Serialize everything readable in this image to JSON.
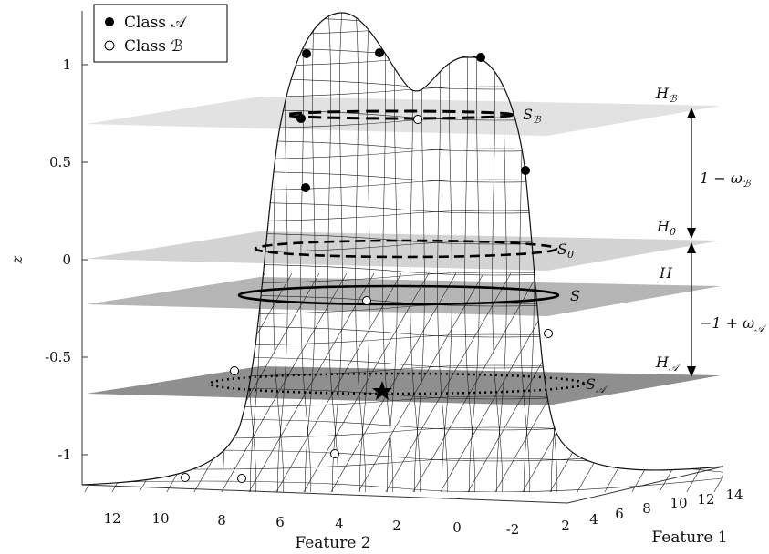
{
  "chart_data": {
    "type": "surface3d",
    "zlabel": "z",
    "xlabel": "Feature 2",
    "ylabel": "Feature 1",
    "z_ticks": [
      "1",
      "0.5",
      "0",
      "-0.5",
      "-1"
    ],
    "z_tick_values": [
      1,
      0.5,
      0,
      -0.5,
      -1
    ],
    "x_ticks": [
      "12",
      "10",
      "8",
      "6",
      "4",
      "2",
      "0",
      "-2"
    ],
    "y_ticks": [
      "2",
      "4",
      "6",
      "8",
      "10",
      "12",
      "14"
    ],
    "legend": [
      {
        "label": "Class 𝒜",
        "marker": "filled-circle",
        "color": "#000000"
      },
      {
        "label": "Class ℬ",
        "marker": "open-circle",
        "color": "#ffffff"
      }
    ],
    "planes": [
      {
        "name": "H_B",
        "label": "H",
        "sub": "ℬ",
        "z": 0.72
      },
      {
        "name": "H_0",
        "label": "H",
        "sub": "0",
        "z": 0.0
      },
      {
        "name": "H",
        "label": "H",
        "sub": "",
        "z": -0.18
      },
      {
        "name": "H_A",
        "label": "H",
        "sub": "𝒜",
        "z": -0.62
      }
    ],
    "level_sets": [
      {
        "label": "S",
        "sub": "ℬ",
        "style": "dashed",
        "z": 0.72
      },
      {
        "label": "S",
        "sub": "0",
        "style": "dashed",
        "z": 0.0
      },
      {
        "label": "S",
        "sub": "",
        "style": "solid",
        "z": -0.18
      },
      {
        "label": "S",
        "sub": "𝒜",
        "style": "dotted",
        "z": -0.62
      }
    ],
    "gaps": [
      {
        "label": "1 − ω",
        "sub": "ℬ"
      },
      {
        "label": "−1 + ω",
        "sub": "𝒜"
      }
    ],
    "zlim": [
      -1.15,
      1.2
    ],
    "grid": false,
    "legend_position": "top-left"
  }
}
